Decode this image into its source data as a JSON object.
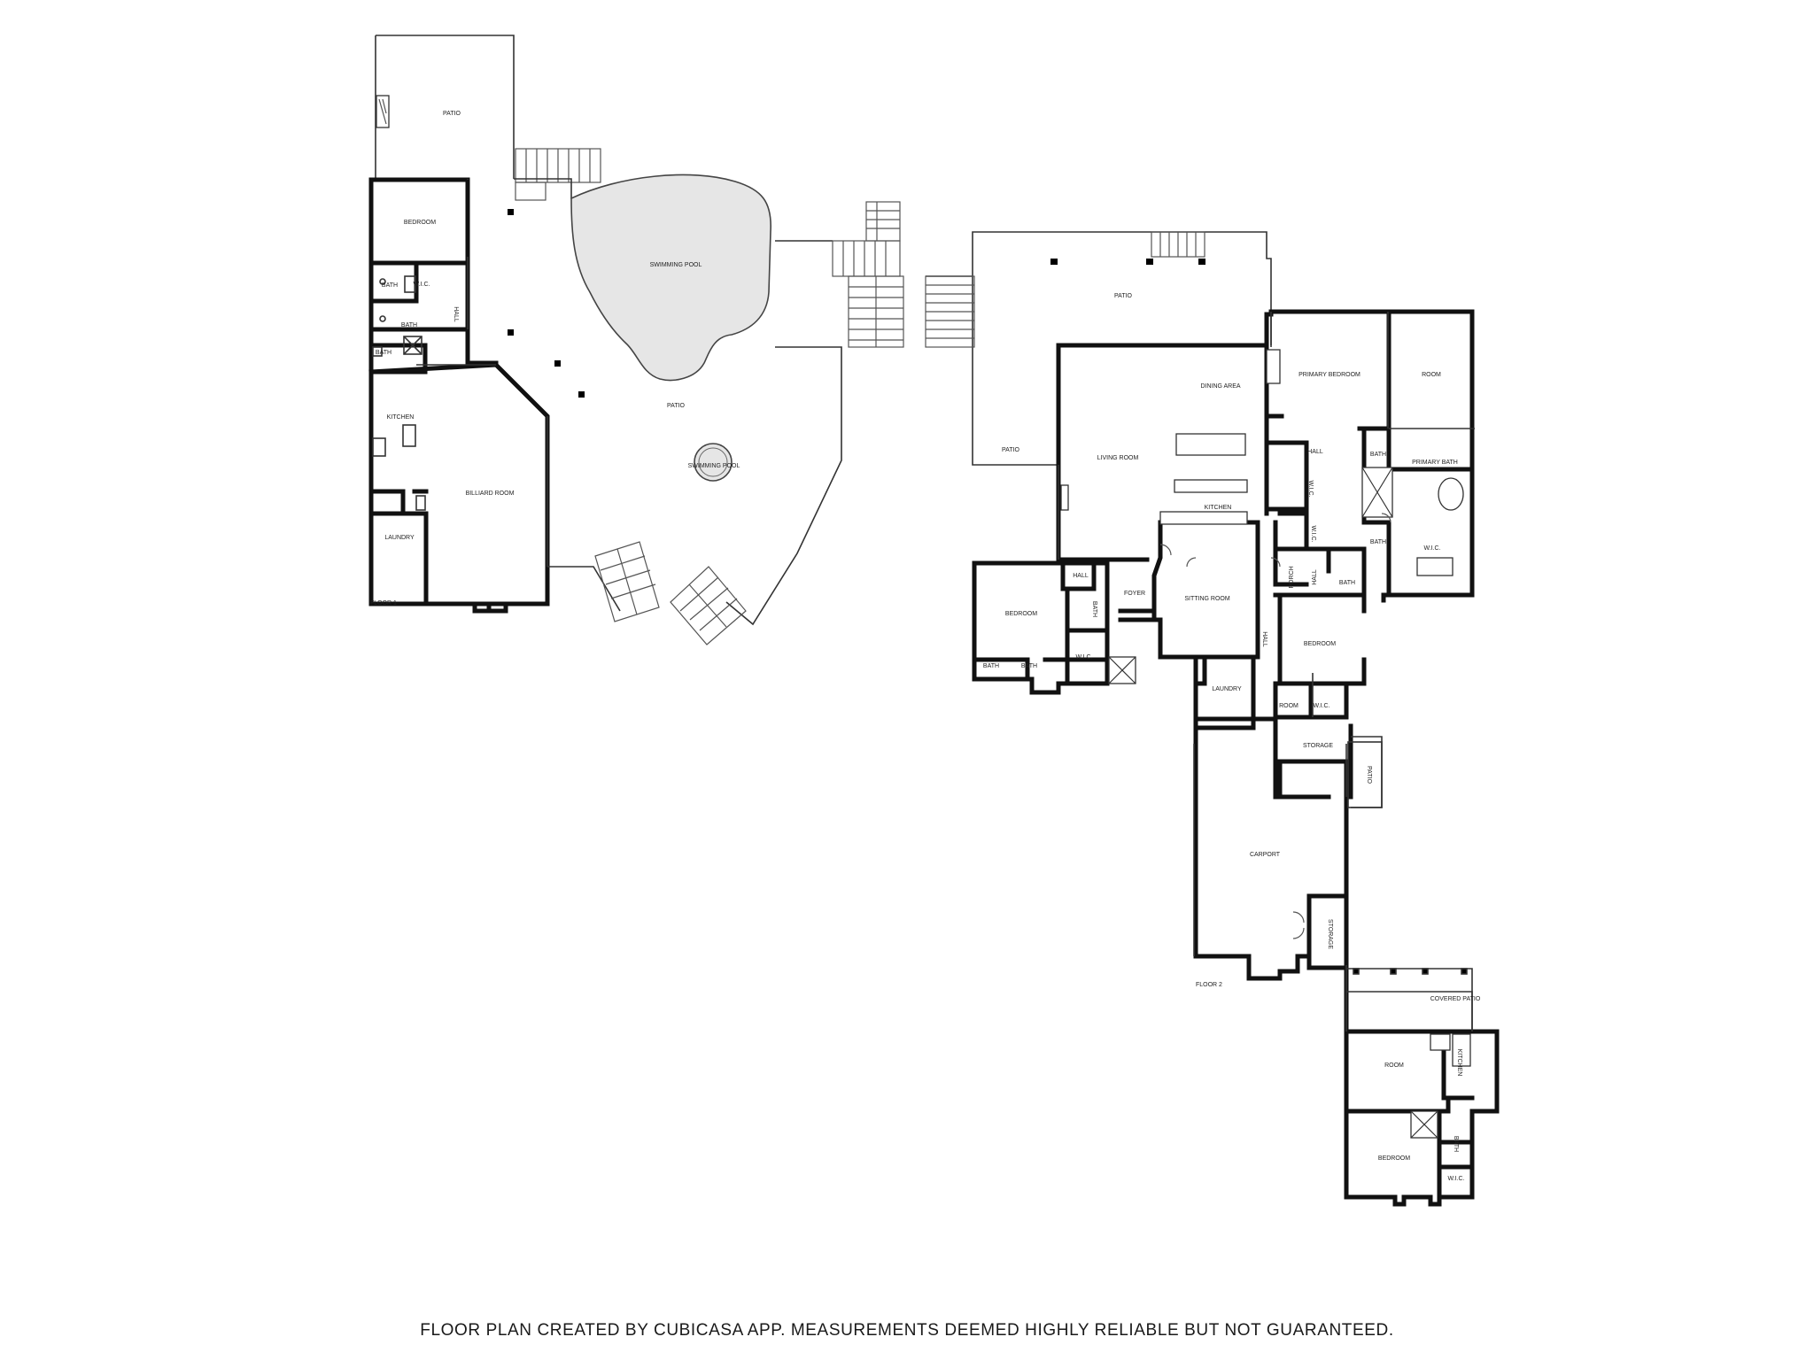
{
  "floor1": {
    "label": "FLOOR 1",
    "rooms": {
      "patio_top": "PATIO",
      "bedroom": "BEDROOM",
      "wic": "W.I.C.",
      "bath_a": "BATH",
      "bath_b": "BATH",
      "bath_c": "BATH",
      "hall": "HALL",
      "kitchen": "KITCHEN",
      "billiard_room": "BILLIARD ROOM",
      "laundry": "LAUNDRY",
      "pool_main": "SWIMMING POOL",
      "pool_spa": "SWIMMING POOL",
      "patio_main": "PATIO"
    }
  },
  "floor2": {
    "label": "FLOOR 2",
    "rooms": {
      "patio_top": "PATIO",
      "patio_left": "PATIO",
      "living_room": "LIVING ROOM",
      "dining_area": "DINING AREA",
      "kitchen": "KITCHEN",
      "primary_bedroom": "PRIMARY BEDROOM",
      "room_top": "ROOM",
      "hall_a": "HALL",
      "wic_a": "W.I.C.",
      "bath_a": "BATH",
      "primary_bath": "PRIMARY BATH",
      "wic_b": "W.I.C.",
      "wic_vert": "W.I.C.",
      "bath_b": "BATH",
      "bath_c": "BATH",
      "porch": "PORCH",
      "hall_vert": "HALL",
      "bedroom_left": "BEDROOM",
      "hall_b": "HALL",
      "bath_vert": "BATH",
      "wic_c": "W.I.C.",
      "bath_d": "BATH",
      "bath_e": "BATH",
      "foyer": "FOYER",
      "sitting_room": "SITTING ROOM",
      "hall_c": "HALL",
      "bedroom_right": "BEDROOM",
      "laundry": "LAUNDRY",
      "room_small": "ROOM",
      "wic_d": "W.I.C.",
      "storage_a": "STORAGE",
      "patio_side": "PATIO",
      "carport": "CARPORT",
      "storage_b": "STORAGE",
      "covered_patio": "COVERED PATIO",
      "room_guest": "ROOM",
      "kitchen_guest": "KITCHEN",
      "bedroom_guest": "BEDROOM",
      "bath_guest": "BATH",
      "wic_guest": "W.I.C."
    }
  },
  "footer": {
    "disclaimer": "FLOOR PLAN CREATED BY CUBICASA APP. MEASUREMENTS DEEMED HIGHLY RELIABLE BUT NOT GUARANTEED."
  }
}
